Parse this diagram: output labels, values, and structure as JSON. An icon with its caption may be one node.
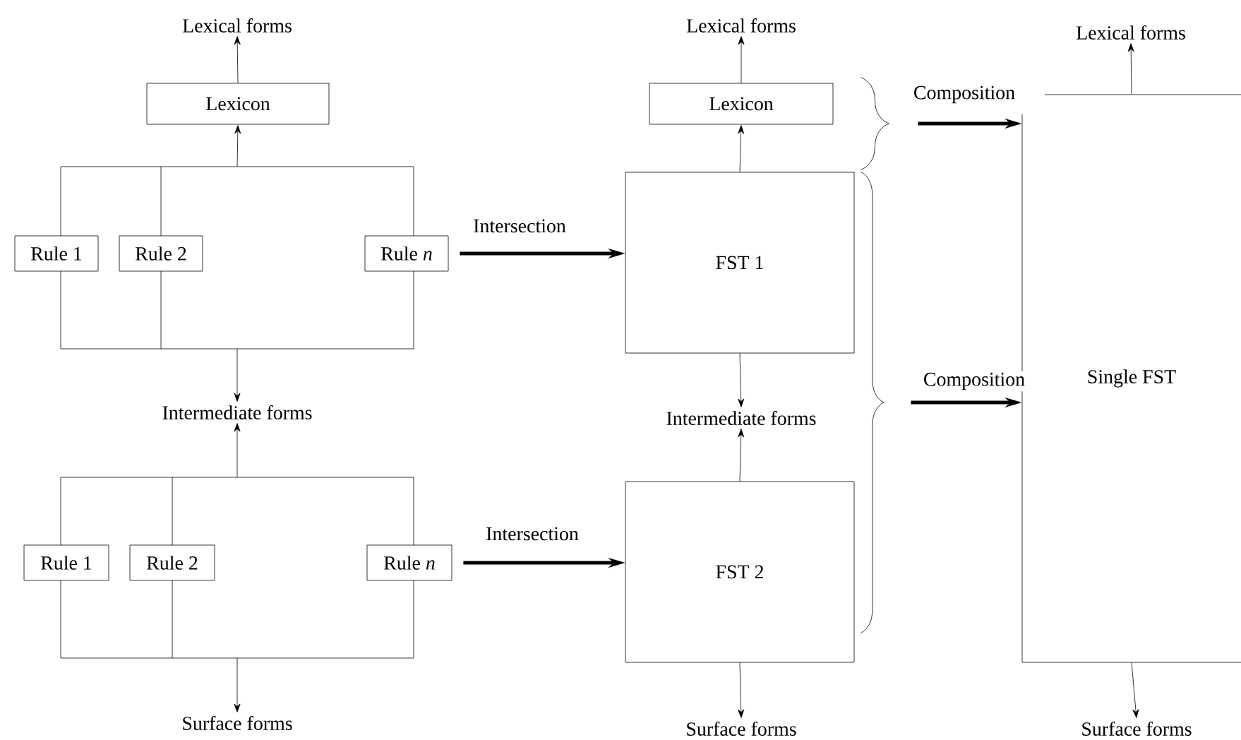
{
  "diagram": {
    "nodes": [
      {
        "text": [
          "Lexical forms"
        ]
      },
      {
        "text": [
          "Lexicon"
        ]
      },
      {
        "text": [],
        "shape": "box"
      },
      {
        "text": [
          "Rule 1"
        ]
      },
      {
        "text": [
          "Rule 2"
        ],
        "in": 2
      },
      {
        "text": [
          "Rule *n*"
        ]
      },
      {
        "text": [
          "Intermediate forms"
        ]
      },
      {
        "text": [],
        "shape": "box"
      },
      {
        "text": [
          "Rule 1"
        ]
      },
      {
        "text": [
          "Rule 2"
        ],
        "in": 7
      },
      {
        "text": [
          "Rule *n*"
        ]
      },
      {
        "text": [
          "Surface forms"
        ]
      },
      {
        "text": [
          "Lexical forms"
        ]
      },
      {
        "text": [
          "Lexicon"
        ]
      },
      {
        "text": [
          "FST 1"
        ]
      },
      {
        "text": [
          "Intermediate forms"
        ]
      },
      {
        "text": [
          "FST 2"
        ]
      },
      {
        "text": [
          "Surface forms"
        ]
      },
      {
        "text": [],
        "shape": "brace"
      },
      {
        "text": [],
        "shape": "brace"
      },
      {
        "text": [
          "Lexical forms"
        ]
      },
      {
        "text": [
          "Single FST"
        ]
      },
      {
        "text": [
          "Surface forms"
        ]
      }
    ],
    "edges": [
      {
        "from": 1,
        "to": 0,
        "arrow": "to"
      },
      {
        "from": 2,
        "to": 1,
        "arrow": "to"
      },
      {
        "from": 2,
        "to": 6,
        "arrow": "to"
      },
      {
        "from": 7,
        "to": 6,
        "arrow": "to"
      },
      {
        "from": 7,
        "to": 11,
        "arrow": "to"
      },
      {
        "from": 5,
        "to": 14,
        "arrow": "to",
        "label": "Intersection",
        "style": "thick"
      },
      {
        "from": 10,
        "to": 16,
        "arrow": "to",
        "label": "Intersection",
        "style": "thick"
      },
      {
        "from": 13,
        "to": 12,
        "arrow": "to"
      },
      {
        "from": 14,
        "to": 13,
        "arrow": "to"
      },
      {
        "from": 14,
        "to": 15,
        "arrow": "to"
      },
      {
        "from": 16,
        "to": 15,
        "arrow": "to"
      },
      {
        "from": 16,
        "to": 17,
        "arrow": "to"
      },
      {
        "from": 18,
        "to": 21,
        "arrow": "to",
        "label": "Composition",
        "style": "thick"
      },
      {
        "from": 19,
        "to": 21,
        "arrow": "to",
        "label": "Composition",
        "style": "thick"
      },
      {
        "from": 21,
        "to": 20,
        "arrow": "to"
      },
      {
        "from": 21,
        "to": 22,
        "arrow": "to"
      }
    ]
  }
}
